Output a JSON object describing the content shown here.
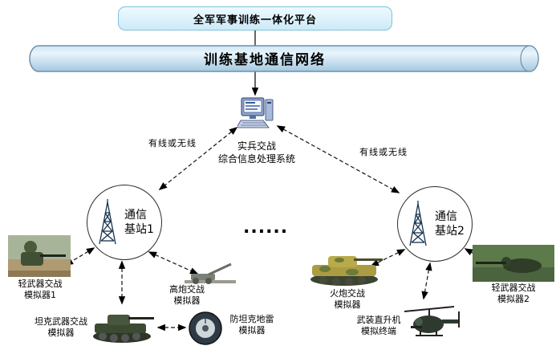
{
  "platform": {
    "label": "全军军事训练一体化平台"
  },
  "network_pipe": {
    "label": "训练基地通信网络"
  },
  "processor": {
    "line1": "实兵交战",
    "line2": "综合信息处理系统"
  },
  "links": {
    "left": "有线或无线",
    "right": "有线或无线"
  },
  "stations": {
    "s1": {
      "line1": "通信",
      "line2": "基站1"
    },
    "s2": {
      "line1": "通信",
      "line2": "基站2"
    }
  },
  "ellipsis": "......",
  "simulators": {
    "light1": {
      "line1": "轻武器交战",
      "line2": "模拟器1"
    },
    "tank": {
      "line1": "坦克武器交战",
      "line2": "模拟器"
    },
    "aagun": {
      "line1": "高炮交战",
      "line2": "模拟器"
    },
    "mine": {
      "line1": "防坦克地雷",
      "line2": "模拟器"
    },
    "artillery": {
      "line1": "火炮交战",
      "line2": "模拟器"
    },
    "helicopter": {
      "line1": "武装直升机",
      "line2": "模拟终端"
    },
    "light2": {
      "line1": "轻武器交战",
      "line2": "模拟器2"
    }
  },
  "colors": {
    "pipe_fill": "#b7d8ec",
    "pipe_border": "#6e8fa8",
    "box_fill": "#daf2fb",
    "box_border": "#7cc3de"
  }
}
